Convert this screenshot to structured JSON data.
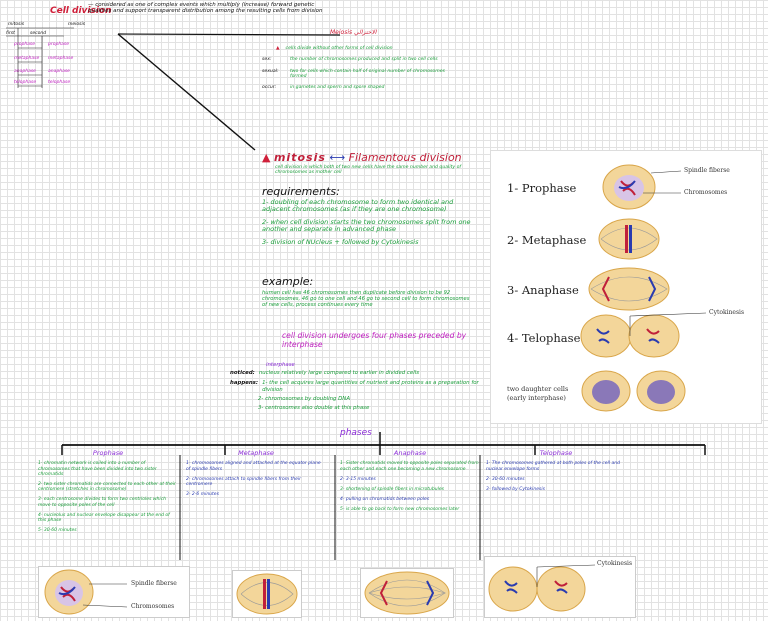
{
  "top": {
    "title": "Cell division",
    "description": "— considered as one of complex events which multiply (increase) forward genetic qualities and support transparent distribution among the resulting cells from division",
    "mini_labels": [
      "mitosis",
      "meiosis",
      "first",
      "second",
      "prophase",
      "prophase",
      "metaphase",
      "metaphase",
      "anaphase",
      "anaphase",
      "telophase",
      "telophase"
    ]
  },
  "meiosis": {
    "title": "Meiosis الاختزالي",
    "intro": "cells divide without other forms of cell division",
    "rows": [
      {
        "key": "sex:",
        "value": "the number of chromosomes produced and split in two cell cells"
      },
      {
        "key": "sexual:",
        "value": "two for cells which contain half of original number of chromosomes formed"
      },
      {
        "key": "occur:",
        "value": "in gametes and sperm and spore shaped"
      }
    ]
  },
  "mitosis": {
    "title": "mitosis",
    "arrow": "⟷",
    "alt": "Filamentous division",
    "definition": "cell division in which both of two new cells have the same number and quality of chromosomes as mother cell"
  },
  "requirements": {
    "head": "requirements:",
    "items": [
      "1- doubling of each chromosome to form two identical and adjacent chromosomes (as if they are one chromosome)",
      "2- when cell division starts the two chromosomes split from one another and separate in advanced phase",
      "3- division of NUcleus + followed by Cytokinesis"
    ]
  },
  "example": {
    "head": "example:",
    "text": "human cell has 46 chromosomes then duplicate before division to be 92 chromosomes, 46 go to one cell and 46 go to second cell to form chromosomes of new cells, process continues every time",
    "note": "cell division undergoes four phases preceded by interphase"
  },
  "interphase": {
    "title": "interphase",
    "noticed_label": "noticed:",
    "noticed": "nucleus relatively large compared to earlier in divided cells",
    "happens_label": "happens:",
    "happens": "1- the cell acquires large quantities of nutrient and proteins as a preparation for division",
    "line2": "2- chromosomes by doubling DNA",
    "line3": "3- centrosomes also double at this phase"
  },
  "phases": {
    "head": "phases",
    "columns": [
      {
        "title": "Prophase",
        "lines": [
          "1- chromatin network is coiled into a number of chromosomes that have been divided into two sister chromatids",
          "2- two sister chromatids are connected to each other at their centromere (stretches in chromosome)",
          "3- each centrosome divides to form two centrioles which move to opposite poles of the cell",
          "4- nucleolus and nuclear envelope disappear at the end of this phase",
          "5- 30-60 minutes"
        ]
      },
      {
        "title": "Metaphase",
        "lines": [
          "1- chromosomes aligned and attached at the equator plane of spindle fibers",
          "2- chromosomes attach to spindle fibers from their centromere",
          "3- 2-6 minutes"
        ]
      },
      {
        "title": "Anaphase",
        "lines": [
          "1- Sister chromatids moved to opposite poles separated from each other and each one becoming a new chromosome",
          "2- 3-15 minutes",
          "3- shortening of spindle fibers in microtubules",
          "4- pulling on chromatids between poles",
          "5- is able to go back to form new chromosomes later"
        ]
      },
      {
        "title": "Telophase",
        "lines": [
          "1- The chromosomes gathered at both poles of the cell and nuclear envelope forms",
          "2- 30-60 minutes",
          "3- followed by Cytokinesis"
        ]
      }
    ],
    "bottom_labels": {
      "spindle": "Spindle fiberse",
      "chromosomes": "Chromosomes",
      "cytokinesis": "Cytokinesis"
    }
  },
  "right_panel": {
    "prophase": "1- Prophase",
    "metaphase": "2- Metaphase",
    "anaphase": "3- Anaphase",
    "telophase": "4- Telophase",
    "spindle": "Spindle fiberse",
    "chromosomes": "Chromosomes",
    "cytokinesis": "Cytokinesis",
    "daughter1": "two daughter cells",
    "daughter2": "(early interphase)"
  }
}
